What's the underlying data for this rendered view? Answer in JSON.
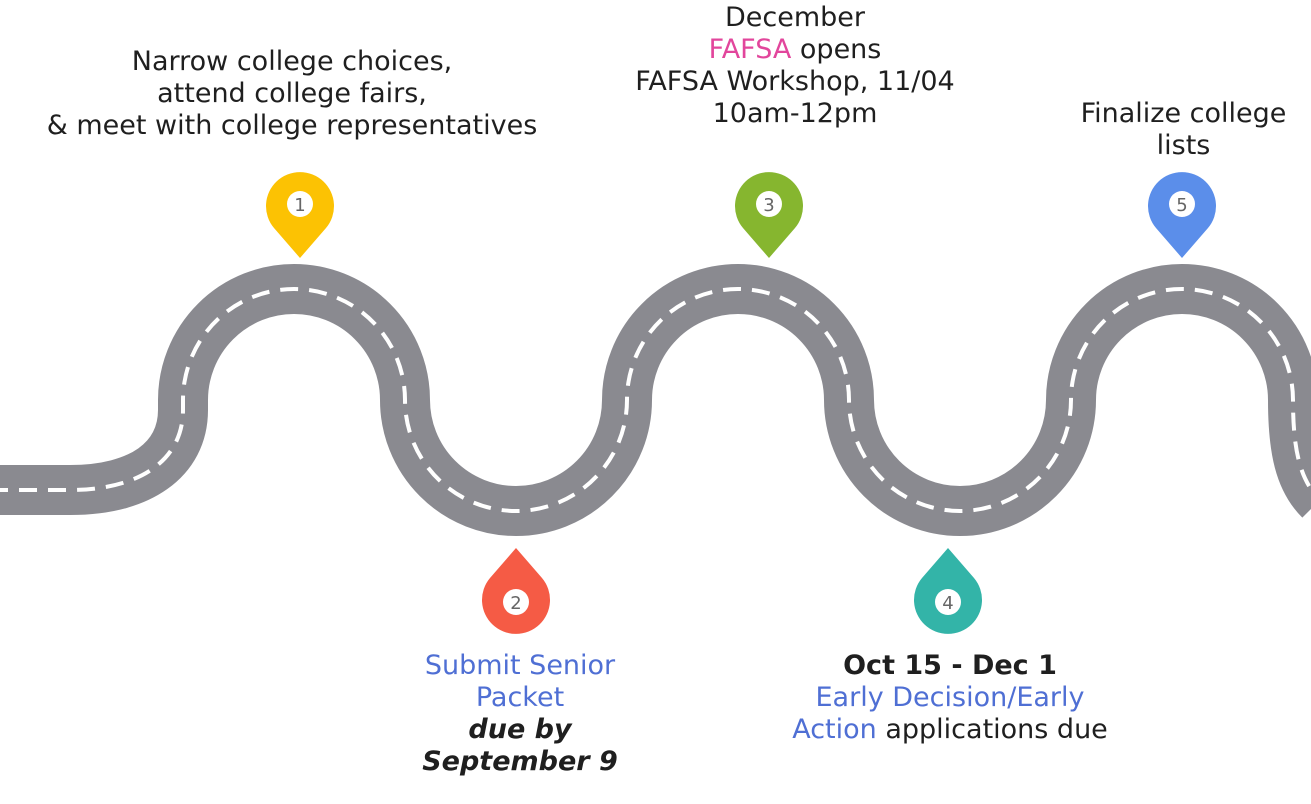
{
  "milestones": [
    {
      "num": "1",
      "color": "#fcc203",
      "lines": [
        "Narrow college choices,",
        "attend college fairs,",
        "& meet with college representatives"
      ]
    },
    {
      "num": "2",
      "color": "#f55b45",
      "title1": "Submit Senior",
      "title2": "Packet",
      "due1": "due by",
      "due2": "September 9"
    },
    {
      "num": "3",
      "color": "#86b62f",
      "month": "December",
      "fafsa": "FAFSA",
      "opens": " opens",
      "workshop": "FAFSA Workshop, 11/04",
      "time": "10am-12pm"
    },
    {
      "num": "4",
      "color": "#33b4a8",
      "dates": "Oct 15 - Dec 1",
      "ed1": "Early Decision/Early",
      "ed2": "Action",
      "due": " applications due"
    },
    {
      "num": "5",
      "color": "#5b8eea",
      "lines": [
        "Finalize college",
        "lists"
      ]
    }
  ],
  "colors": {
    "road": "#8a8a90",
    "dash": "#ffffff",
    "link_blue": "#4f6fd4",
    "link_pink": "#e2469c"
  }
}
